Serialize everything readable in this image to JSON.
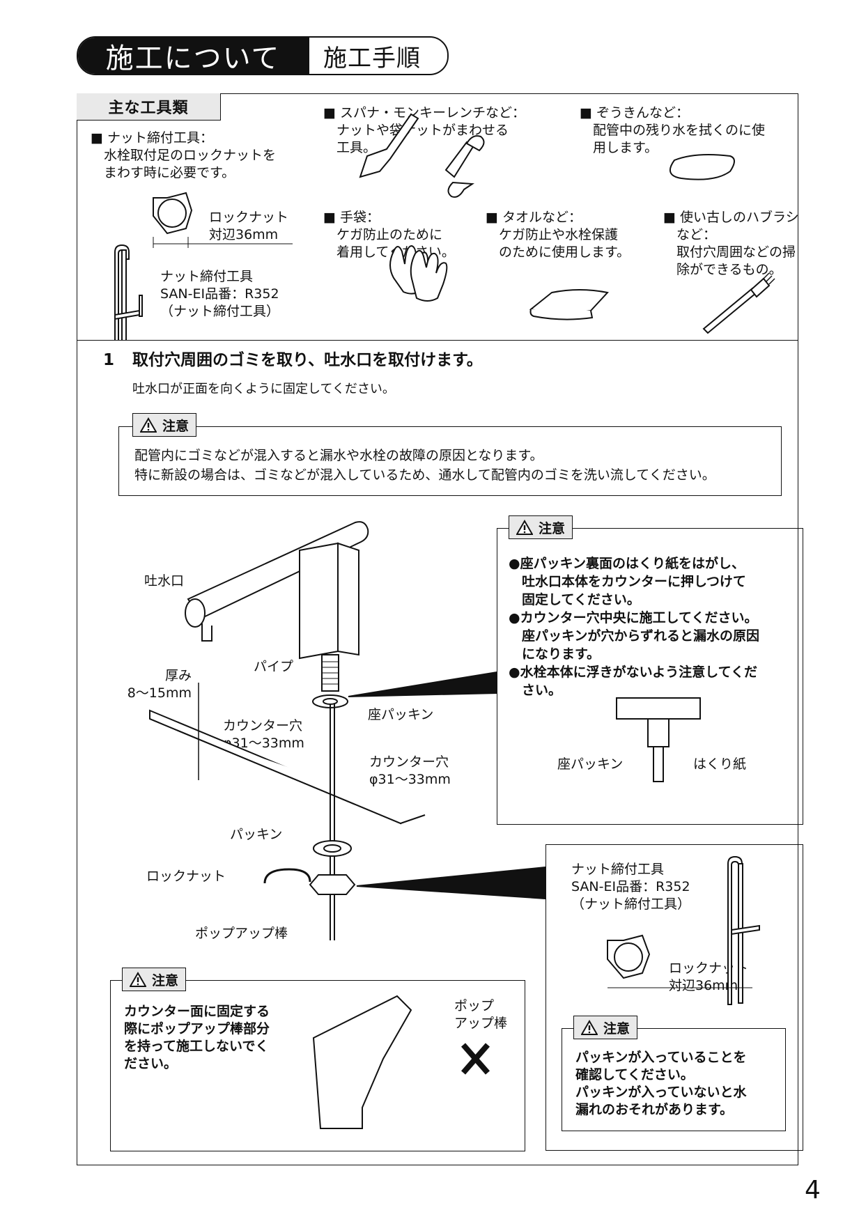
{
  "header": {
    "title": "施工について",
    "subtitle": "施工手順"
  },
  "tools": {
    "heading": "主な工具類",
    "nut_tool": "■ ナット締付工具：\n　水栓取付足のロックナットを\n　まわす時に必要です。",
    "locknut_label": "ロックナット\n対辺36mm",
    "nut_tool_label": "ナット締付工具\nSAN-EI品番：R352\n（ナット締付工具）",
    "spanner": "■ スパナ・モンキーレンチなど：\n　ナットや袋ナットがまわせる\n　工具。",
    "rag": "■ ぞうきんなど：\n　配管中の残り水を拭くのに使\n　用します。",
    "gloves": "■ 手袋：\n　ケガ防止のために\n　着用してください。",
    "towel": "■ タオルなど：\n　ケガ防止や水栓保護\n　のために使用します。",
    "brush": "■ 使い古しのハブラシ\n　など：\n　取付穴周囲などの掃\n　除ができるもの。"
  },
  "step1": {
    "number": "1",
    "heading": "取付穴周囲のゴミを取り、吐水口を取付けます。",
    "sub": "吐水口が正面を向くように固定してください。"
  },
  "caution_label": "注意",
  "caution1": "配管内にゴミなどが混入すると漏水や水栓の故障の原因となります。\n特に新設の場合は、ゴミなどが混入しているため、通水して配管内のゴミを洗い流してください。",
  "caution2": "●座パッキン裏面のはくり紙をはがし、\n　吐水口本体をカウンターに押しつけて\n　固定してください。\n●カウンター穴中央に施工してください。\n　座パッキンが穴からずれると漏水の原因\n　になります。\n●水栓本体に浮きがないよう注意してくだ\n　さい。",
  "caution2_labels": {
    "seat": "座パッキン",
    "peel": "はくり紙"
  },
  "diagram": {
    "spout": "吐水口",
    "pipe": "パイプ",
    "thickness": "厚み\n8～15mm",
    "counter_hole1": "カウンター穴\nφ31～33mm",
    "counter_hole2": "カウンター穴\nφ31～33mm",
    "seat_packing": "座パッキン",
    "packing": "パッキン",
    "locknut": "ロックナット",
    "popup": "ポップアップ棒"
  },
  "nut_box": {
    "tool": "ナット締付工具\nSAN-EI品番：R352\n（ナット締付工具）",
    "locknut": "ロックナット\n対辺36mm"
  },
  "caution3": "パッキンが入っていることを\n確認してください。\nパッキンが入っていないと水\n漏れのおそれがあります。",
  "caution4": "カウンター面に固定する\n際にポップアップ棒部分\nを持って施工しないでく\nださい。",
  "caution4_label": "ポップ\nアップ棒",
  "page_number": "4"
}
